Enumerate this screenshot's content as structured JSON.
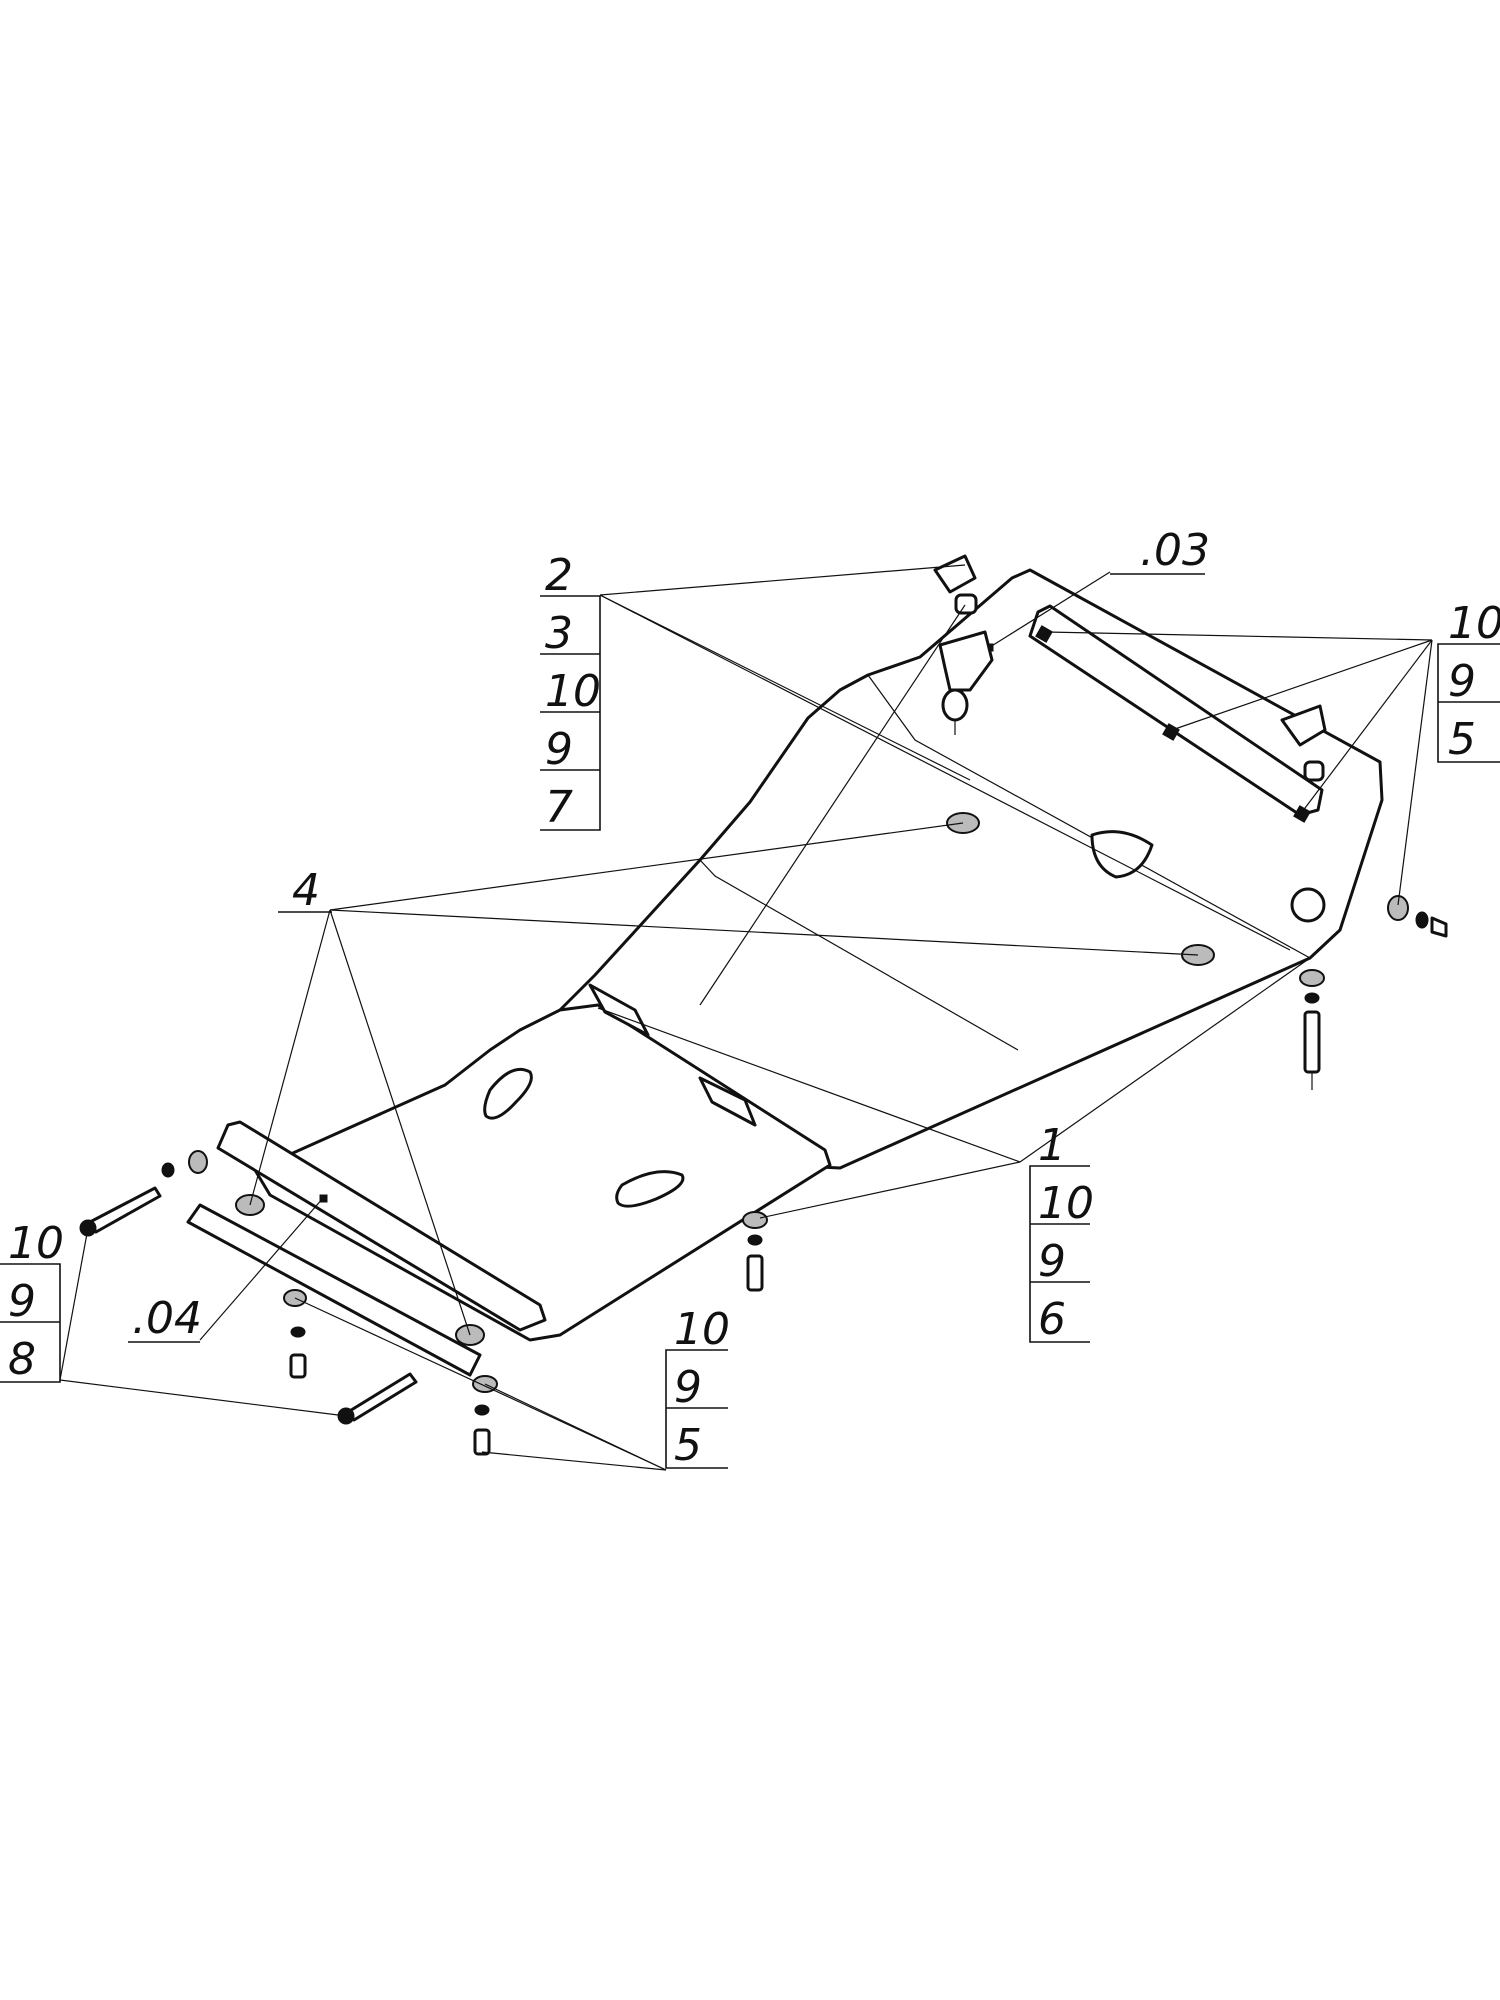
{
  "callouts": {
    "topleft": [
      "2",
      "3",
      "10",
      "9",
      "7"
    ],
    "code03": ".03",
    "topright": [
      "10",
      "9",
      "5"
    ],
    "four": "4",
    "rightmid": [
      "1",
      "10",
      "9",
      "6"
    ],
    "leftbottom": [
      "10",
      "9",
      "8"
    ],
    "code04": ".04",
    "bottomcenter": [
      "10",
      "9",
      "5"
    ]
  }
}
